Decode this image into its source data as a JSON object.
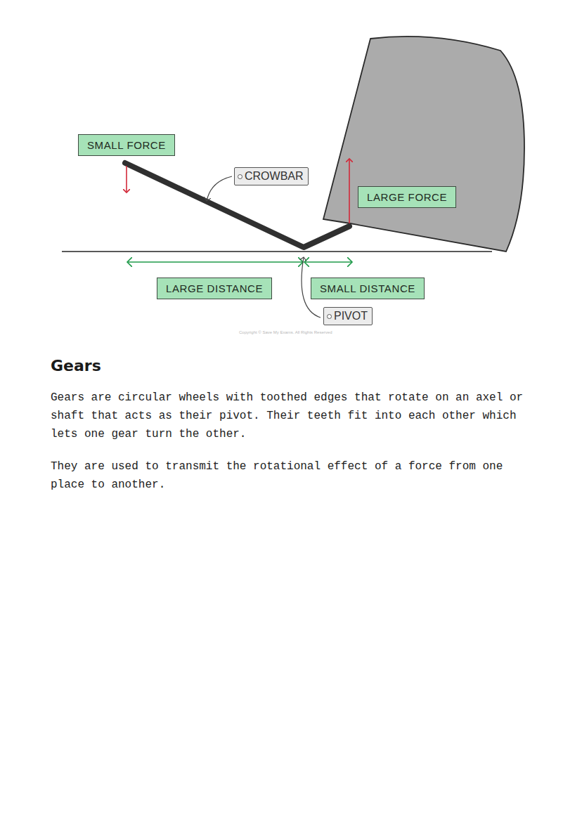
{
  "diagram": {
    "title": "Gears",
    "nodes": [
      {
        "text": [
          "SMALL FORCE"
        ]
      },
      {
        "text": [
          "CROWBAR"
        ]
      },
      {
        "text": [
          "LARGE FORCE"
        ]
      },
      {
        "text": [
          "LARGE DISTANCE"
        ]
      },
      {
        "text": [
          "SMALL DISTANCE"
        ]
      },
      {
        "text": [
          "PIVOT"
        ]
      }
    ],
    "labels": [
      "Copyright © Save My Exams. All Rights Reserved",
      "Gears are circular wheels with toothed edges that rotate on an axel or shaft that acts as their pivot. Their teeth fit into each other which lets one gear turn the other.",
      "They are used to transmit the rotational effect of a force from one place to another."
    ]
  }
}
